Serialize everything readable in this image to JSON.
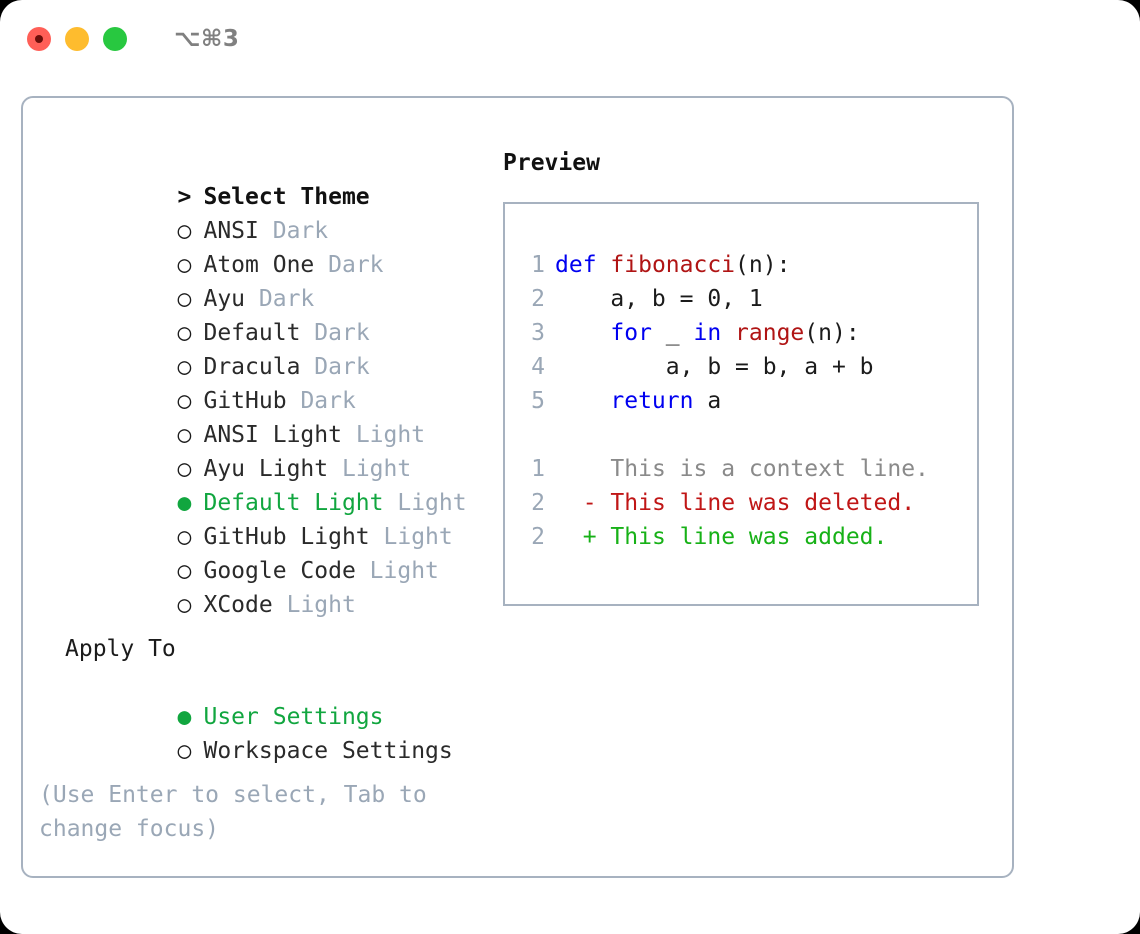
{
  "titlebar": {
    "shortcut": "⌥⌘3",
    "buttons": [
      {
        "name": "close",
        "color": "#ff5f57"
      },
      {
        "name": "minimize",
        "color": "#febc2e"
      },
      {
        "name": "zoom",
        "color": "#28c840"
      }
    ]
  },
  "theme_picker": {
    "heading_marker": ">",
    "heading": "Select Theme",
    "selected_marker": "●",
    "unselected_marker": "○",
    "selected_color": "#11a63f",
    "variant_color": "#9aa7b6",
    "items": [
      {
        "marker": "○",
        "name": "ANSI",
        "variant": "Dark",
        "selected": false
      },
      {
        "marker": "○",
        "name": "Atom One",
        "variant": "Dark",
        "selected": false
      },
      {
        "marker": "○",
        "name": "Ayu",
        "variant": "Dark",
        "selected": false
      },
      {
        "marker": "○",
        "name": "Default",
        "variant": "Dark",
        "selected": false
      },
      {
        "marker": "○",
        "name": "Dracula",
        "variant": "Dark",
        "selected": false
      },
      {
        "marker": "○",
        "name": "GitHub",
        "variant": "Dark",
        "selected": false
      },
      {
        "marker": "○",
        "name": "ANSI Light",
        "variant": "Light",
        "selected": false
      },
      {
        "marker": "○",
        "name": "Ayu Light",
        "variant": "Light",
        "selected": false
      },
      {
        "marker": "●",
        "name": "Default Light",
        "variant": "Light",
        "selected": true
      },
      {
        "marker": "○",
        "name": "GitHub Light",
        "variant": "Light",
        "selected": false
      },
      {
        "marker": "○",
        "name": "Google Code",
        "variant": "Light",
        "selected": false
      },
      {
        "marker": "○",
        "name": "XCode",
        "variant": "Light",
        "selected": false
      }
    ]
  },
  "apply_to": {
    "label": "Apply To",
    "options": [
      {
        "marker": "●",
        "label": "User Settings",
        "selected": true
      },
      {
        "marker": "○",
        "label": "Workspace Settings",
        "selected": false
      }
    ]
  },
  "hint": "(Use Enter to select, Tab to change focus)",
  "preview": {
    "title": "Preview",
    "code_lines": [
      {
        "number": "1",
        "indent": "",
        "tokens": [
          {
            "text": "def",
            "cls": "kw"
          },
          {
            "text": " ",
            "cls": "plain"
          },
          {
            "text": "fibonacci",
            "cls": "fn"
          },
          {
            "text": "(n):",
            "cls": "plain"
          }
        ]
      },
      {
        "number": "2",
        "indent": "    ",
        "tokens": [
          {
            "text": "a, b = 0, 1",
            "cls": "plain"
          }
        ]
      },
      {
        "number": "3",
        "indent": "    ",
        "tokens": [
          {
            "text": "for",
            "cls": "kw"
          },
          {
            "text": " _ ",
            "cls": "plain"
          },
          {
            "text": "in",
            "cls": "kw"
          },
          {
            "text": " ",
            "cls": "plain"
          },
          {
            "text": "range",
            "cls": "fn"
          },
          {
            "text": "(n):",
            "cls": "plain"
          }
        ]
      },
      {
        "number": "4",
        "indent": "        ",
        "tokens": [
          {
            "text": "a, b = b, a + b",
            "cls": "plain"
          }
        ]
      },
      {
        "number": "5",
        "indent": "    ",
        "tokens": [
          {
            "text": "return",
            "cls": "kw"
          },
          {
            "text": " a",
            "cls": "plain"
          }
        ]
      }
    ],
    "diff_lines": [
      {
        "number": "1",
        "sign": " ",
        "text": "This is a context line.",
        "kind": "ctx"
      },
      {
        "number": "2",
        "sign": "-",
        "text": "This line was deleted.",
        "kind": "del"
      },
      {
        "number": "2",
        "sign": "+",
        "text": "This line was added.",
        "kind": "add"
      }
    ]
  },
  "colors": {
    "keyword": "#0000f0",
    "function": "#b01414",
    "added": "#17b117",
    "deleted": "#c01616",
    "context": "#8a8a8a",
    "border": "#a7b2c0",
    "muted": "#9aa7b6",
    "accent": "#11a63f"
  }
}
